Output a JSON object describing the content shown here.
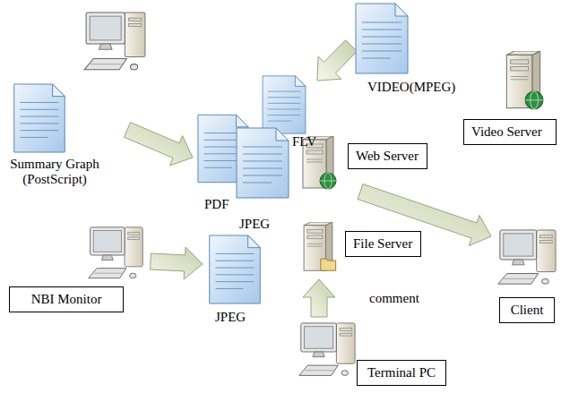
{
  "diagram": {
    "nodes": [
      {
        "text": [
          "VIDEO(MPEG)"
        ]
      },
      {
        "text": [
          "Video Server"
        ]
      },
      {
        "text": [
          "Summary Graph (PostScript)"
        ]
      },
      {
        "text": [
          "FLV"
        ]
      },
      {
        "text": [
          "Web Server"
        ]
      },
      {
        "text": [
          "PDF"
        ]
      },
      {
        "text": [
          "JPEG"
        ]
      },
      {
        "text": [
          "File Server"
        ]
      },
      {
        "text": [
          "JPEG"
        ]
      },
      {
        "text": [
          "NBI Monitor"
        ]
      },
      {
        "text": [
          "Client"
        ]
      },
      {
        "text": [
          "Terminal PC"
        ]
      }
    ],
    "edges": [
      {
        "from": 0,
        "to": 3,
        "arrow": "to"
      },
      {
        "from": 2,
        "to": 5,
        "arrow": "to"
      },
      {
        "from": 9,
        "to": 8,
        "arrow": "to"
      },
      {
        "from": 4,
        "to": 10,
        "arrow": "to"
      },
      {
        "from": 11,
        "to": 7,
        "arrow": "to",
        "label": "comment"
      }
    ]
  }
}
